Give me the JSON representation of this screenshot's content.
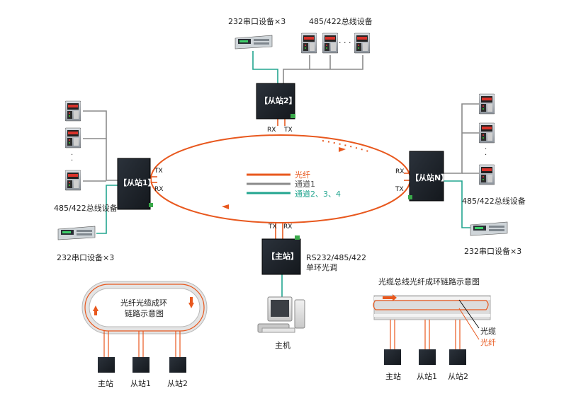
{
  "devices_top": {
    "serial": "232串口设备×3",
    "bus": "485/422总线设备"
  },
  "devices_left": {
    "bus": "485/422总线设备",
    "serial": "232串口设备×3"
  },
  "devices_right": {
    "bus": "485/422总线设备",
    "serial": "232串口设备×3"
  },
  "stations": {
    "slave2": "【从站2】",
    "slave1": "【从站1】",
    "slaveN": "【从站N】",
    "master": "【主站】"
  },
  "ports": {
    "tx": "TX",
    "rx": "RX"
  },
  "legend": {
    "fiber": "光纤",
    "channel1": "通道1",
    "channels": "通道2、3、4"
  },
  "master_caption": {
    "line1": "RS232/485/422",
    "line2": "单环光调"
  },
  "host": "主机",
  "inset_left": {
    "line1": "光纤光缆成环",
    "line2": "链路示意图",
    "nodes": [
      "主站",
      "从站1",
      "从站2"
    ]
  },
  "inset_right": {
    "title": "光缆总线光纤成环链路示意图",
    "cable": "光缆",
    "fiber": "光纤",
    "nodes": [
      "主站",
      "从站1",
      "从站2"
    ]
  },
  "colors": {
    "fiber": "#e8581e",
    "gray": "#8a8a8a",
    "teal": "#22a58f",
    "box": "#1e2329"
  }
}
